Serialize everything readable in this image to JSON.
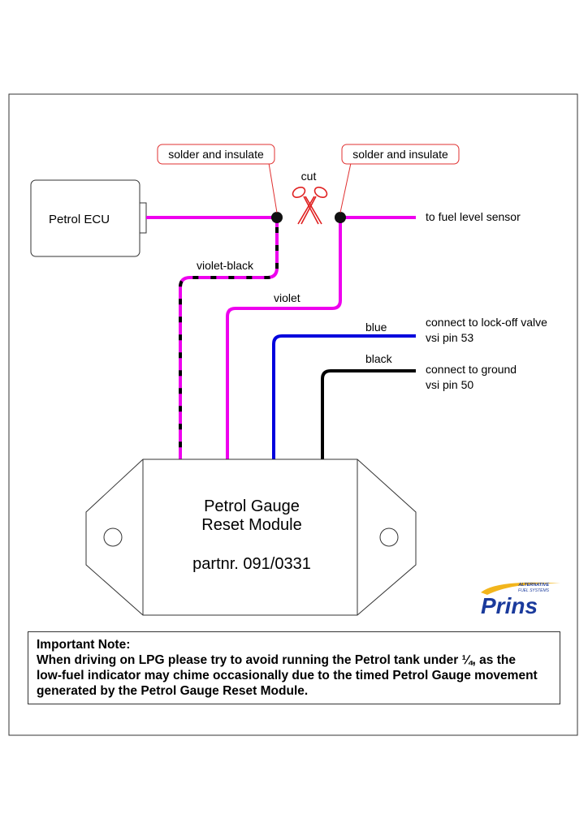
{
  "ecu": {
    "label": "Petrol ECU"
  },
  "callouts": {
    "left": "solder and insulate",
    "right": "solder and insulate"
  },
  "cut_label": "cut",
  "wires": {
    "violet_black": "violet-black",
    "violet": "violet",
    "blue": "blue",
    "black": "black"
  },
  "destinations": {
    "fuel_sensor": "to fuel level sensor",
    "lockoff_line1": "connect to lock-off valve",
    "lockoff_line2": "vsi pin 53",
    "ground_line1": "connect to ground",
    "ground_line2": "vsi pin 50"
  },
  "module": {
    "line1": "Petrol Gauge",
    "line2": "Reset Module",
    "part": "partnr. 091/0331"
  },
  "logo": {
    "brand": "Prins",
    "tagline_1": "ALTERNATIVE",
    "tagline_2": "FUEL SYSTEMS"
  },
  "note": {
    "heading": "Important Note:",
    "line1": "When driving on LPG please try to avoid running the Petrol tank under ¼, as the",
    "line2": "low-fuel indicator may chime occasionally due to the timed Petrol Gauge movement",
    "line3": "generated by the Petrol Gauge Reset Module."
  },
  "colors": {
    "violet": "#ee00ee",
    "blue": "#0000dd",
    "black": "#000000",
    "callout_border": "#e03030",
    "scissors": "#e02020",
    "logo_blue": "#1a3a9c",
    "logo_yellow": "#f2b51c"
  }
}
